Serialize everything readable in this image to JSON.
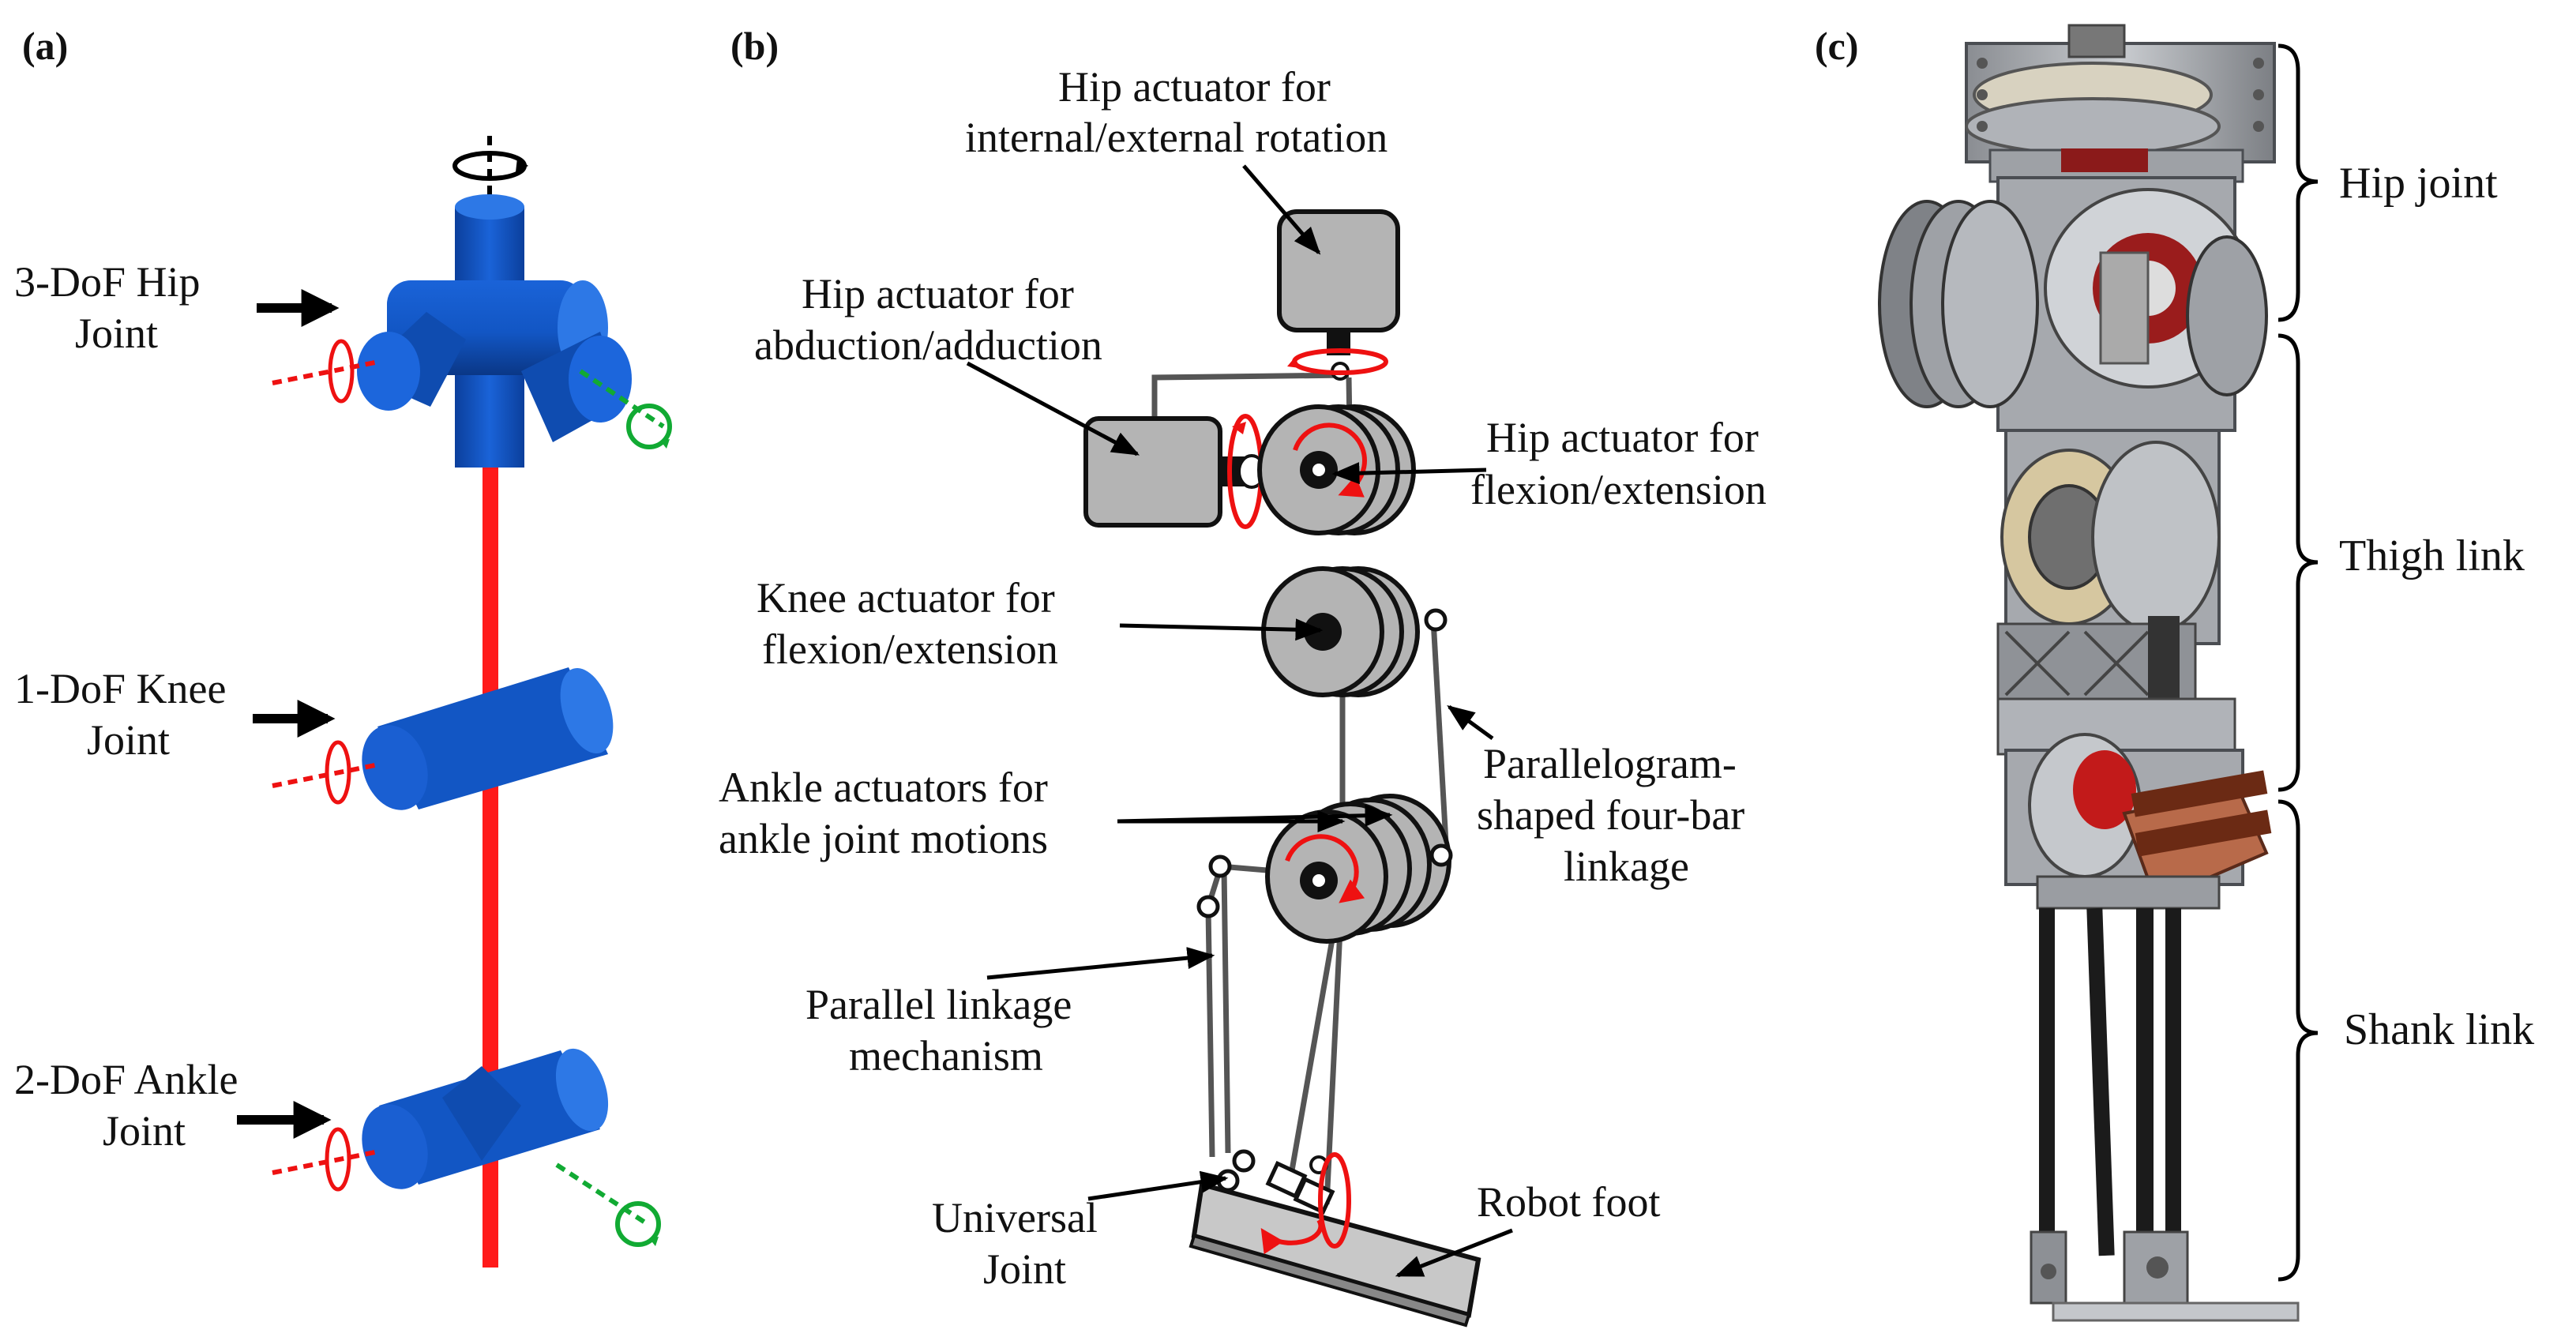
{
  "panels": {
    "a": "(a)",
    "b": "(b)",
    "c": "(c)"
  },
  "colors": {
    "joint_blue": "#1256c4",
    "link_red": "#ff1a1a",
    "axis_red": "#ee1111",
    "axis_green": "#11aa33",
    "actuator_gray": "#b4b4b4",
    "foot_gray": "#c8c8c8"
  },
  "panel_a": {
    "hip": {
      "line1": "3-DoF Hip",
      "line2": "Joint"
    },
    "knee": {
      "line1": "1-DoF Knee",
      "line2": "Joint"
    },
    "ankle": {
      "line1": "2-DoF Ankle",
      "line2": "Joint"
    }
  },
  "panel_b": {
    "hip_rot": {
      "line1": "Hip actuator for",
      "line2": "internal/external rotation"
    },
    "hip_abd": {
      "line1": "Hip actuator for",
      "line2": "abduction/adduction"
    },
    "hip_flex": {
      "line1": "Hip actuator for",
      "line2": "flexion/extension"
    },
    "knee": {
      "line1": "Knee actuator for",
      "line2": "flexion/extension"
    },
    "ankle": {
      "line1": "Ankle actuators for",
      "line2": "ankle joint motions"
    },
    "parallelogram": {
      "line1": "Parallelogram-",
      "line2": "shaped four-bar",
      "line3": "linkage"
    },
    "parallel": {
      "line1": "Parallel linkage",
      "line2": "mechanism"
    },
    "universal": {
      "line1": "Universal",
      "line2": "Joint"
    },
    "foot": "Robot foot"
  },
  "panel_c": {
    "hip": "Hip joint",
    "thigh": "Thigh link",
    "shank": "Shank link"
  }
}
